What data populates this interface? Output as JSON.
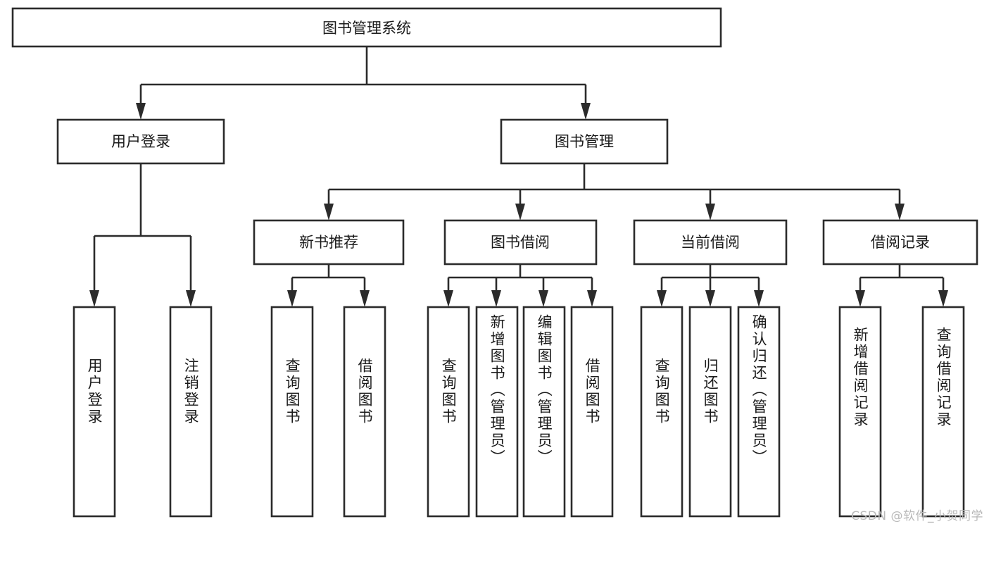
{
  "diagram": {
    "type": "tree-hierarchy",
    "title": "图书管理系统",
    "root": {
      "id": "root",
      "label": "图书管理系统",
      "orientation": "horizontal"
    },
    "level2": [
      {
        "id": "user-login",
        "label": "用户登录",
        "orientation": "horizontal"
      },
      {
        "id": "book-manage",
        "label": "图书管理",
        "orientation": "horizontal"
      }
    ],
    "level3": [
      {
        "id": "new-book-recommend",
        "label": "新书推荐",
        "parent": "book-manage",
        "orientation": "horizontal"
      },
      {
        "id": "book-borrow",
        "label": "图书借阅",
        "parent": "book-manage",
        "orientation": "horizontal"
      },
      {
        "id": "current-borrow",
        "label": "当前借阅",
        "parent": "book-manage",
        "orientation": "horizontal"
      },
      {
        "id": "borrow-record",
        "label": "借阅记录",
        "parent": "book-manage",
        "orientation": "horizontal"
      }
    ],
    "leaves": [
      {
        "id": "leaf-user-login",
        "label": "用户登录",
        "parent": "user-login",
        "orientation": "vertical"
      },
      {
        "id": "leaf-logout-login",
        "label": "注销登录",
        "parent": "user-login",
        "orientation": "vertical"
      },
      {
        "id": "leaf-query-book-1",
        "label": "查询图书",
        "parent": "new-book-recommend",
        "orientation": "vertical"
      },
      {
        "id": "leaf-borrow-book-1",
        "label": "借阅图书",
        "parent": "new-book-recommend",
        "orientation": "vertical"
      },
      {
        "id": "leaf-query-book-2",
        "label": "查询图书",
        "parent": "book-borrow",
        "orientation": "vertical"
      },
      {
        "id": "leaf-add-book",
        "label": "新增图书（管理员）",
        "parent": "book-borrow",
        "orientation": "vertical"
      },
      {
        "id": "leaf-edit-book",
        "label": "编辑图书（管理员）",
        "parent": "book-borrow",
        "orientation": "vertical"
      },
      {
        "id": "leaf-borrow-book-2",
        "label": "借阅图书",
        "parent": "book-borrow",
        "orientation": "vertical"
      },
      {
        "id": "leaf-query-book-3",
        "label": "查询图书",
        "parent": "current-borrow",
        "orientation": "vertical"
      },
      {
        "id": "leaf-return-book",
        "label": "归还图书",
        "parent": "current-borrow",
        "orientation": "vertical"
      },
      {
        "id": "leaf-confirm-return",
        "label": "确认归还（管理员）",
        "parent": "current-borrow",
        "orientation": "vertical"
      },
      {
        "id": "leaf-add-record",
        "label": "新增借阅记录",
        "parent": "borrow-record",
        "orientation": "vertical"
      },
      {
        "id": "leaf-query-record",
        "label": "查询借阅记录",
        "parent": "borrow-record",
        "orientation": "vertical"
      }
    ],
    "watermark": "CSDN @软件_小贺同学",
    "colors": {
      "box_fill": "#ffffff",
      "box_stroke": "#2b2b2b",
      "text": "#1a1a1a",
      "background": "#ffffff",
      "watermark": "#b9b9b9"
    }
  }
}
